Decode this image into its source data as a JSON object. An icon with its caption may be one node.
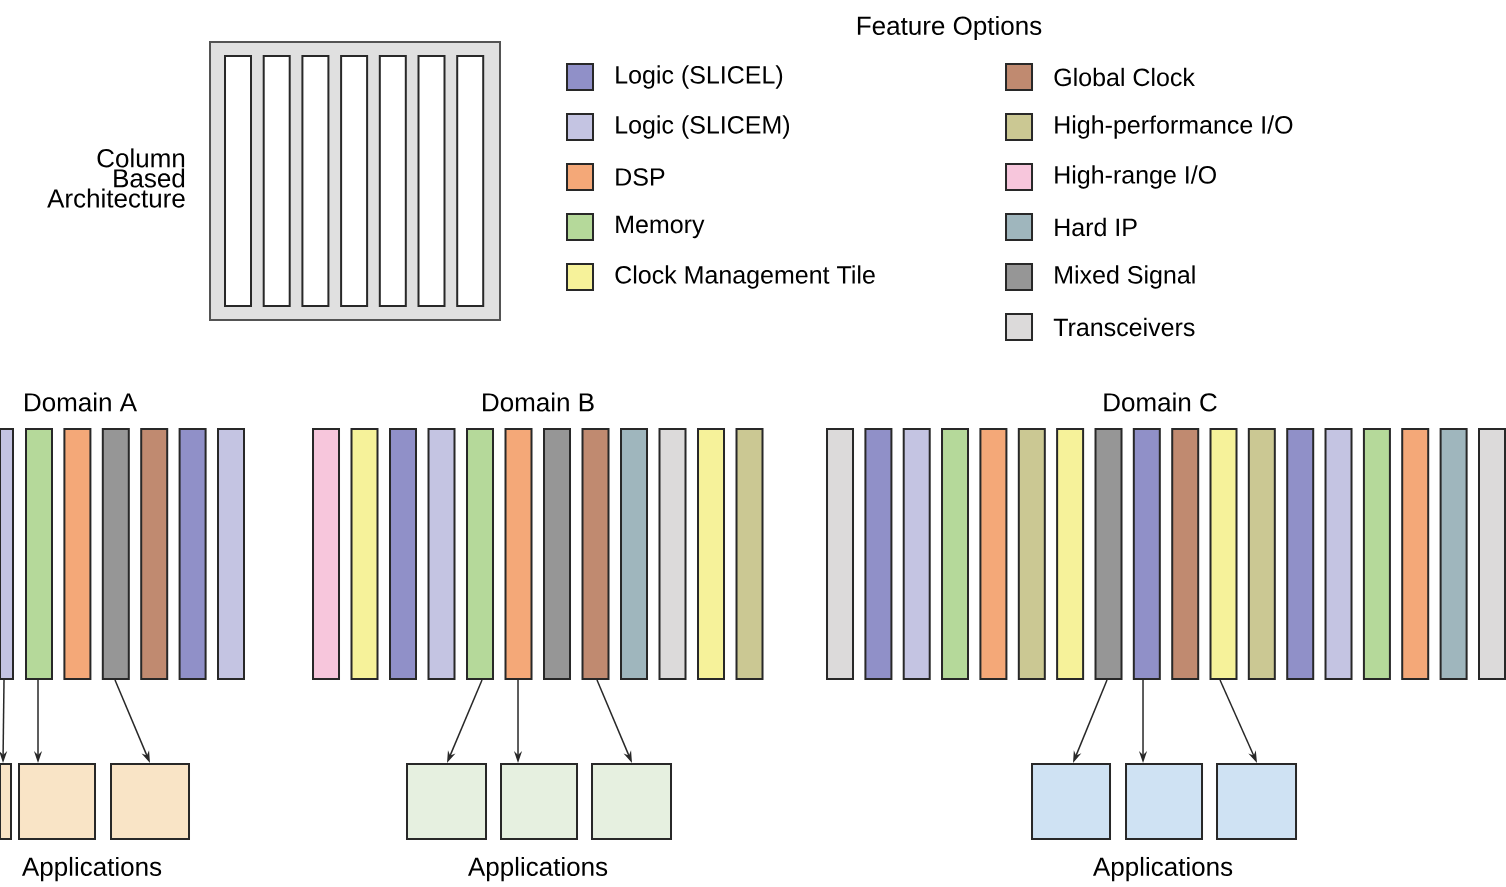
{
  "diagram": {
    "nodes": [
      {
        "text": [],
        "shape": "bar"
      },
      {
        "text": [],
        "shape": "bar"
      },
      {
        "text": [],
        "shape": "bar"
      },
      {
        "text": [],
        "shape": "bar"
      },
      {
        "text": [],
        "shape": "bar"
      },
      {
        "text": [],
        "shape": "bar"
      },
      {
        "text": [],
        "shape": "bar"
      },
      {
        "text": [],
        "shape": "bar"
      },
      {
        "text": [],
        "shape": "bar"
      },
      {
        "text": [],
        "shape": "bar"
      },
      {
        "text": [],
        "shape": "bar"
      },
      {
        "text": [],
        "shape": "bar"
      },
      {
        "text": [],
        "shape": "bar"
      },
      {
        "text": [],
        "shape": "bar"
      },
      {
        "text": [],
        "shape": "bar"
      },
      {
        "text": [],
        "shape": "bar"
      },
      {
        "text": [],
        "shape": "bar"
      },
      {
        "text": [],
        "shape": "bar"
      },
      {
        "text": [],
        "shape": "bar"
      },
      {
        "text": [],
        "shape": "bar"
      },
      {
        "text": [],
        "shape": "bar"
      },
      {
        "text": [],
        "shape": "bar"
      },
      {
        "text": [],
        "shape": "bar"
      },
      {
        "text": [],
        "shape": "bar"
      },
      {
        "text": [],
        "shape": "bar"
      },
      {
        "text": [],
        "shape": "bar"
      },
      {
        "text": [],
        "shape": "bar"
      },
      {
        "text": [],
        "shape": "bar"
      },
      {
        "text": [],
        "shape": "bar"
      },
      {
        "text": [],
        "shape": "bar"
      },
      {
        "text": [],
        "shape": "bar"
      },
      {
        "text": [],
        "shape": "bar"
      },
      {
        "text": [],
        "shape": "bar"
      },
      {
        "text": [],
        "shape": "bar"
      },
      {
        "text": [],
        "shape": "bar"
      },
      {
        "text": [],
        "shape": "bar"
      },
      {
        "text": [],
        "shape": "bar"
      },
      {
        "text": [],
        "shape": "box"
      },
      {
        "text": [],
        "shape": "box"
      },
      {
        "text": [],
        "shape": "box"
      },
      {
        "text": [],
        "shape": "box"
      },
      {
        "text": [],
        "shape": "box"
      },
      {
        "text": [],
        "shape": "box"
      },
      {
        "text": [],
        "shape": "box"
      },
      {
        "text": [],
        "shape": "box"
      },
      {
        "text": [],
        "shape": "box"
      }
    ],
    "edges": [
      {
        "from": 0,
        "to": 37,
        "arrow": "to"
      },
      {
        "from": 1,
        "to": 38,
        "arrow": "to"
      },
      {
        "from": 3,
        "to": 39,
        "arrow": "to"
      },
      {
        "from": 11,
        "to": 40,
        "arrow": "to"
      },
      {
        "from": 12,
        "to": 41,
        "arrow": "to"
      },
      {
        "from": 14,
        "to": 42,
        "arrow": "to"
      },
      {
        "from": 26,
        "to": 43,
        "arrow": "to"
      },
      {
        "from": 27,
        "to": 44,
        "arrow": "to"
      },
      {
        "from": 29,
        "to": 45,
        "arrow": "to"
      }
    ],
    "labels": [
      "Column Based Architecture",
      "Feature Options",
      "Domain A",
      "Domain B",
      "Domain C",
      "Applications",
      "Applications",
      "Applications"
    ],
    "legend": [
      {
        "text": "Logic (SLICEL)",
        "color": "#9090c8"
      },
      {
        "text": "Logic (SLICEM)",
        "color": "#c4c4e2"
      },
      {
        "text": "DSP",
        "color": "#f4a878"
      },
      {
        "text": "Memory",
        "color": "#b5d99a"
      },
      {
        "text": "Clock Management Tile",
        "color": "#f6f29a"
      },
      {
        "text": "Global Clock",
        "color": "#c08a70"
      },
      {
        "text": "High-performance I/O",
        "color": "#cbc893"
      },
      {
        "text": "High-range I/O",
        "color": "#f7c6dc"
      },
      {
        "text": "Hard IP",
        "color": "#9fb6bd"
      },
      {
        "text": "Mixed Signal",
        "color": "#969696"
      },
      {
        "text": "Transceivers",
        "color": "#dcdada"
      }
    ]
  }
}
